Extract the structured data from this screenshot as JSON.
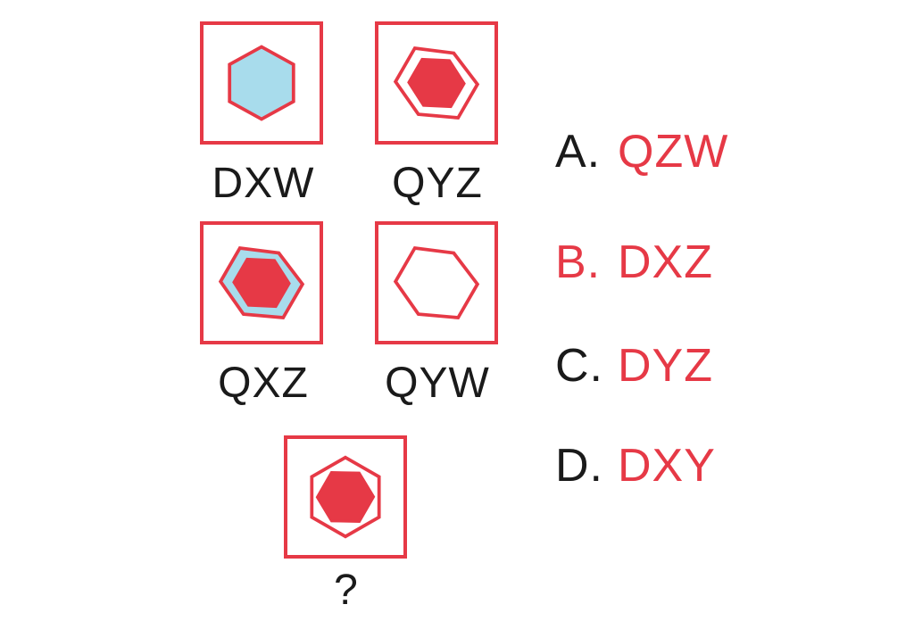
{
  "colors": {
    "accent": "#e63946",
    "light_blue": "#a8dcec",
    "text": "#1a1a1a"
  },
  "figures": [
    {
      "id": "fig1",
      "code": "DXW",
      "content": "light-blue hexagon with red outline"
    },
    {
      "id": "fig2",
      "code": "QYZ",
      "content": "solid red hexagon inside white hexagon ring"
    },
    {
      "id": "fig3",
      "code": "QXZ",
      "content": "solid red hexagon inside light-blue hexagon"
    },
    {
      "id": "fig4",
      "code": "QYW",
      "content": "empty white hexagon with red outline"
    },
    {
      "id": "question",
      "code": "?",
      "content": "solid red hexagon inside white hexagon ring"
    }
  ],
  "options": [
    {
      "letter": "A.",
      "text": "QZW",
      "correct": false
    },
    {
      "letter": "B.",
      "text": "DXZ",
      "correct": true
    },
    {
      "letter": "C.",
      "text": "DYZ",
      "correct": false
    },
    {
      "letter": "D.",
      "text": "DXY",
      "correct": false
    }
  ]
}
